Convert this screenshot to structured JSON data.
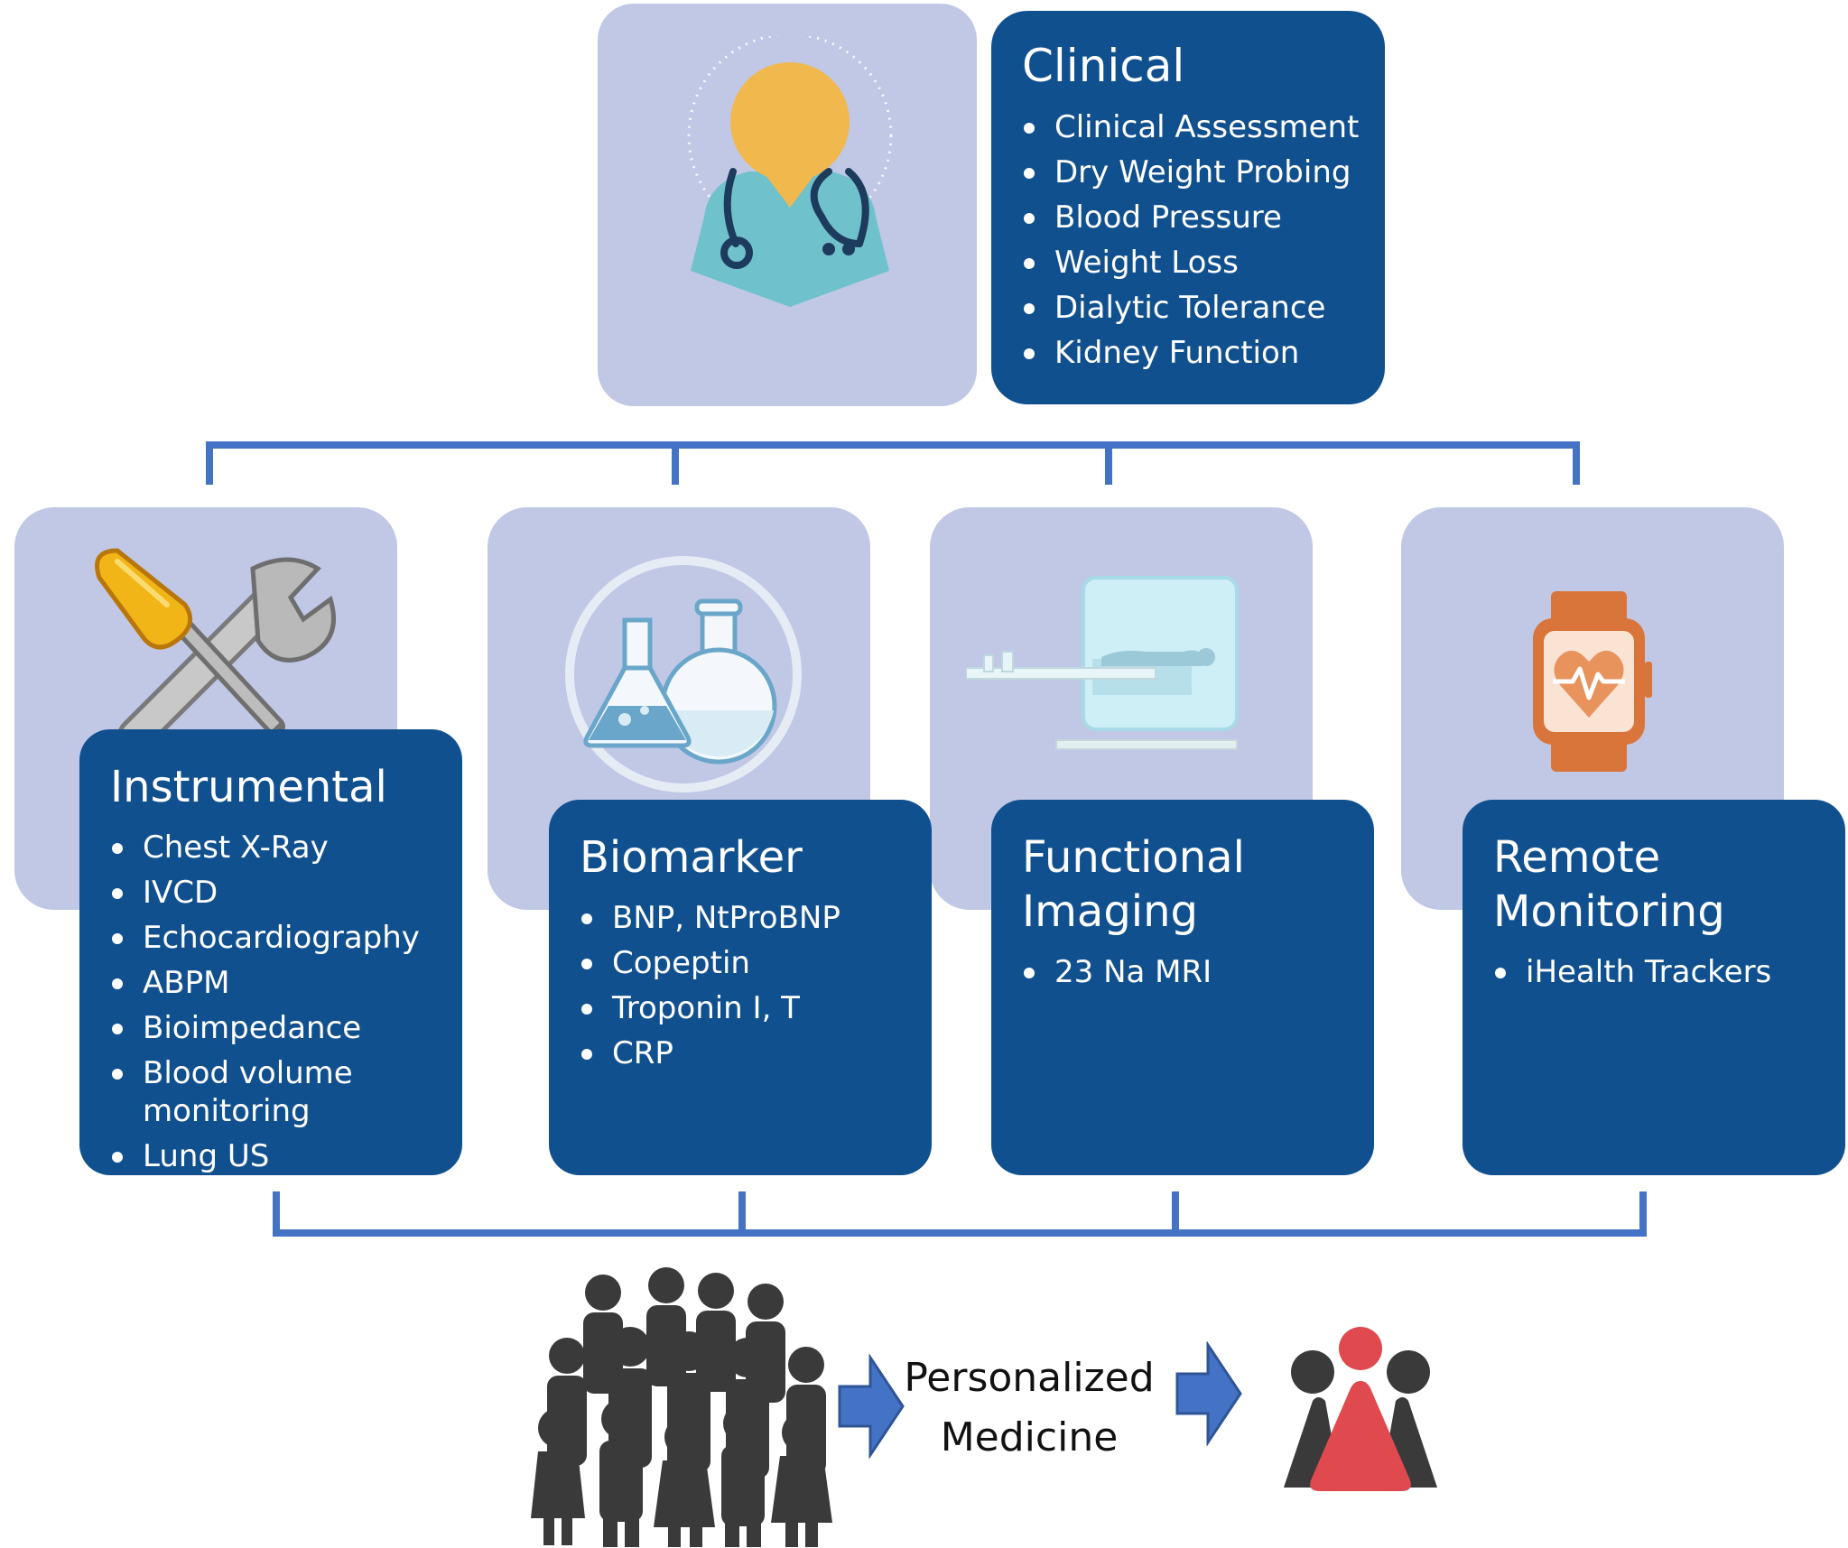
{
  "colors": {
    "card_bg": "#11508f",
    "icon_box_bg": "#c0c8e6",
    "connector": "#4472c4",
    "arrow": "#4472c4",
    "person_dark": "#3a3a3a",
    "person_highlight": "#e04a4f"
  },
  "clinical": {
    "title": "Clinical",
    "icon": "doctor-icon",
    "items": [
      "Clinical Assessment",
      "Dry Weight Probing",
      "Blood Pressure",
      "Weight Loss",
      "Dialytic Tolerance",
      "Kidney Function"
    ]
  },
  "categories": [
    {
      "title": "Instrumental",
      "icon": "tools-icon",
      "items": [
        "Chest X-Ray",
        "IVCD",
        "Echocardiography",
        "ABPM",
        "Bioimpedance",
        "Blood volume monitoring",
        "Lung US"
      ]
    },
    {
      "title": "Biomarker",
      "icon": "flasks-icon",
      "items": [
        "BNP, NtProBNP",
        "Copeptin",
        "Troponin I, T",
        "CRP"
      ]
    },
    {
      "title_line1": "Functional",
      "title_line2": "Imaging",
      "icon": "mri-scanner-icon",
      "items": [
        "23 Na MRI"
      ]
    },
    {
      "title_line1": "Remote",
      "title_line2": "Monitoring",
      "icon": "smartwatch-heart-icon",
      "items": [
        "iHealth Trackers"
      ]
    }
  ],
  "outcome": {
    "line1": "Personalized",
    "line2": "Medicine",
    "left_icon": "crowd-icon",
    "right_icon": "individual-patient-icon"
  }
}
